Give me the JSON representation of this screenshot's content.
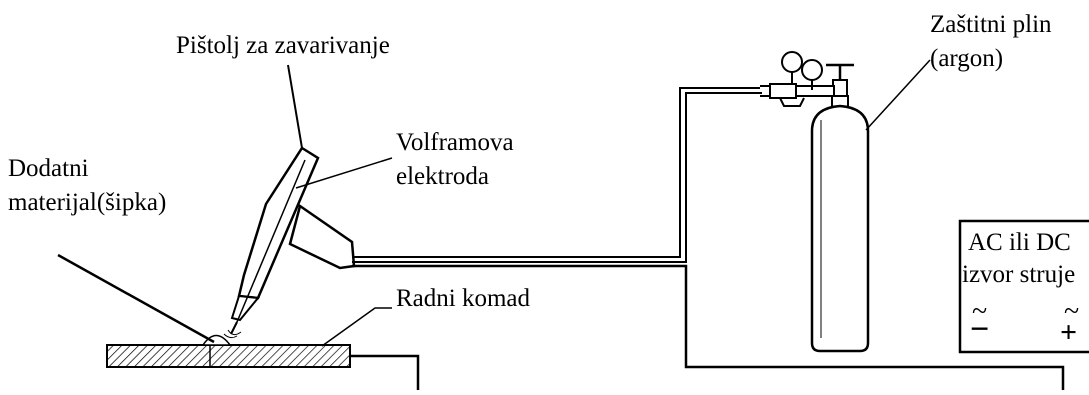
{
  "labels": {
    "torch": "Pištolj za zavarivanje",
    "electrode_line1": "Volframova",
    "electrode_line2": "elektroda",
    "filler_line1": "Dodatni",
    "filler_line2": "materijal(šipka)",
    "workpiece": "Radni komad",
    "gas_line1": "Zaštitni plin",
    "gas_line2": "(argon)",
    "power_line1": "AC ili DC",
    "power_line2": "izvor struje",
    "terminal_minus": "−",
    "terminal_plus": "+",
    "tilde": "~"
  },
  "colors": {
    "ink": "#000000",
    "background": "#ffffff"
  }
}
